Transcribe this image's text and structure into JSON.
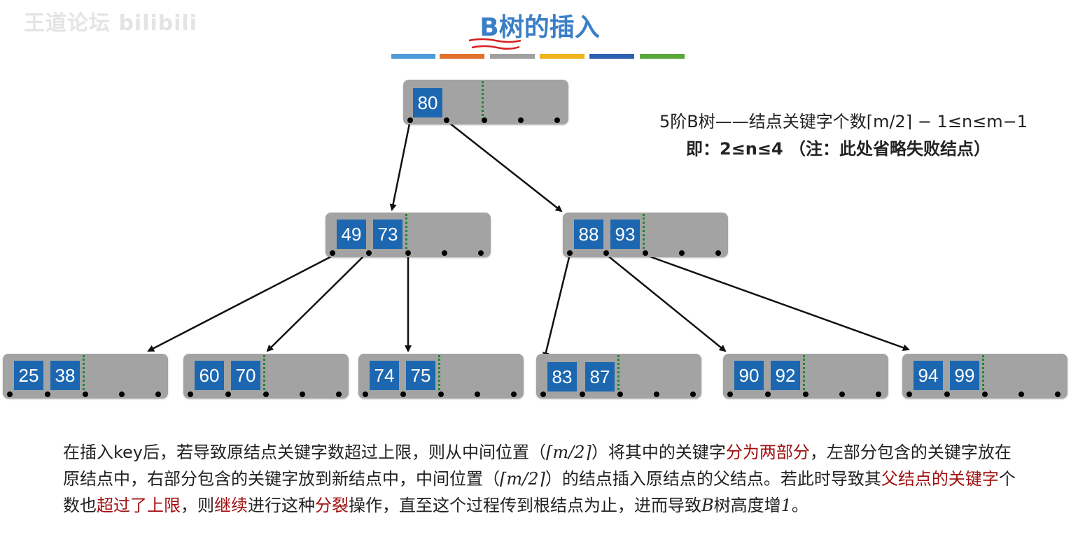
{
  "watermark": "王道论坛 bilibili",
  "title": "B树的插入",
  "colors": {
    "title": "#3a7fc6",
    "key_fill": "#1c67b0",
    "node_fill": "#a3a3a3",
    "divider": "#1c8a2a",
    "highlight": "#a11010",
    "bars": [
      "#4e9bd8",
      "#e2712b",
      "#a0a0a0",
      "#f0b31c",
      "#2d62b3",
      "#5aa83c"
    ]
  },
  "rule": {
    "line1": "5阶B树——结点关键字个数⌈m/2⌉ − 1≤n≤m−1",
    "line2": "即：2≤n≤4 （注：此处省略失败结点）"
  },
  "nodes": [
    {
      "id": "root",
      "keys": [
        "80"
      ]
    },
    {
      "id": "mid-left",
      "keys": [
        "49",
        "73"
      ]
    },
    {
      "id": "mid-right",
      "keys": [
        "88",
        "93"
      ]
    },
    {
      "id": "leaf-1",
      "keys": [
        "25",
        "38"
      ]
    },
    {
      "id": "leaf-2",
      "keys": [
        "60",
        "70"
      ]
    },
    {
      "id": "leaf-3",
      "keys": [
        "74",
        "75"
      ]
    },
    {
      "id": "leaf-4",
      "keys": [
        "83",
        "87"
      ]
    },
    {
      "id": "leaf-5",
      "keys": [
        "90",
        "92"
      ]
    },
    {
      "id": "leaf-6",
      "keys": [
        "94",
        "99"
      ]
    }
  ],
  "note": {
    "s1": "在插入key后，若导致原结点关键字数超过上限，则从中间位置（",
    "s2": "⌈m/2⌉",
    "s3": "）将其中的关键字",
    "s4": "分为两部分",
    "s5": "，左部分包含的关键字放在原结点中，右部分包含的关键字放到新结点中，中间位置（",
    "s6": "⌈m/2⌉",
    "s7": "）的结点插入原结点的父结点。若此时导致其",
    "s8": "父结点的关键字",
    "s9": "个数也",
    "s10": "超过了上限",
    "s11": "，则",
    "s12": "继续",
    "s13": "进行这种",
    "s14": "分裂",
    "s15": "操作，直至这个过程传到根结点为止，进而导致",
    "s16": "B",
    "s17": "树高度增",
    "s18": "1",
    "s19": "。"
  }
}
